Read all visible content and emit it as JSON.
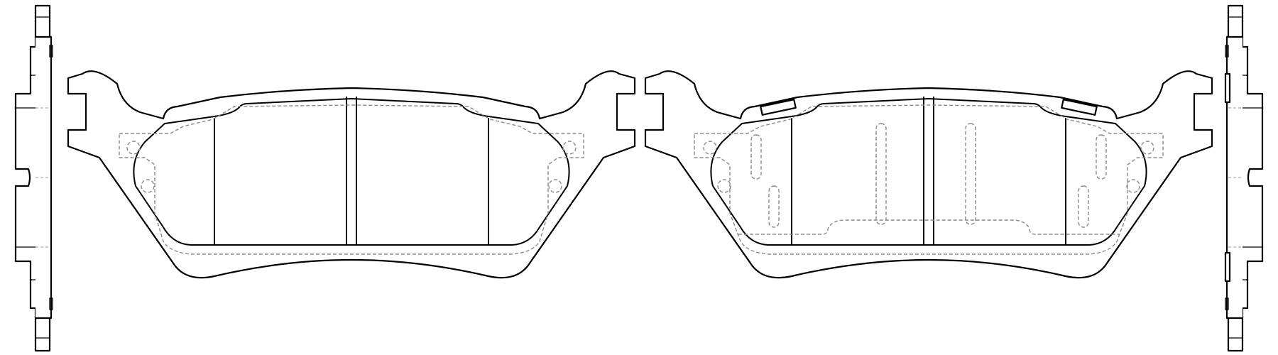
{
  "drawing": {
    "views": [
      "left-side-view",
      "front-view-pad-1",
      "front-view-pad-2",
      "right-side-view"
    ],
    "colors": {
      "line": "#000000",
      "hidden_line": "#8a8a8a",
      "background": "#ffffff"
    }
  }
}
